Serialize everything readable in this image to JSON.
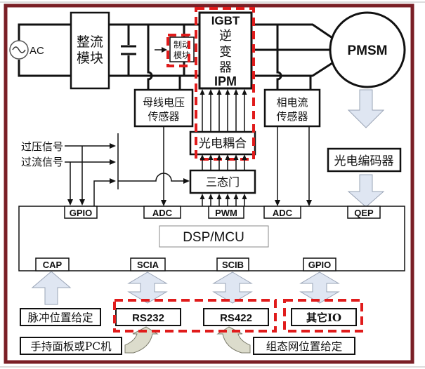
{
  "colors": {
    "frame": "#7a1f26",
    "highlight_dash": "#e01b1b",
    "fat_arrow_fill": "#dfe6f2",
    "bent_arrow_fill": "#dcdccc"
  },
  "power_stage": {
    "ac_source": "AC",
    "rectifier": [
      "整流",
      "模块"
    ],
    "brake": [
      "制动",
      "模块"
    ],
    "inverter": {
      "top": "IGBT",
      "chars": [
        "逆",
        "变",
        "器"
      ],
      "bottom": "IPM"
    },
    "motor": "PMSM",
    "bus_voltage_sensor": [
      "母线电压",
      "传感器"
    ],
    "phase_current_sensor": [
      "相电流",
      "传感器"
    ],
    "optocoupler": "光电耦合",
    "tristate_gate": "三态门",
    "encoder": "光电编码器"
  },
  "signals": {
    "overvoltage": "过压信号",
    "overcurrent": "过流信号"
  },
  "controller": {
    "name": "DSP/MCU",
    "top_ports": [
      "GPIO",
      "ADC",
      "PWM",
      "ADC",
      "QEP"
    ],
    "bottom_ports": [
      "CAP",
      "SCIA",
      "SCIB",
      "GPIO"
    ]
  },
  "interfaces": {
    "pulse_input": "脉冲位置给定",
    "rs232": "RS232",
    "rs422": "RS422",
    "other_io": "其它IO",
    "handheld": "手持面板或PC机",
    "config_net": "组态网位置给定"
  }
}
